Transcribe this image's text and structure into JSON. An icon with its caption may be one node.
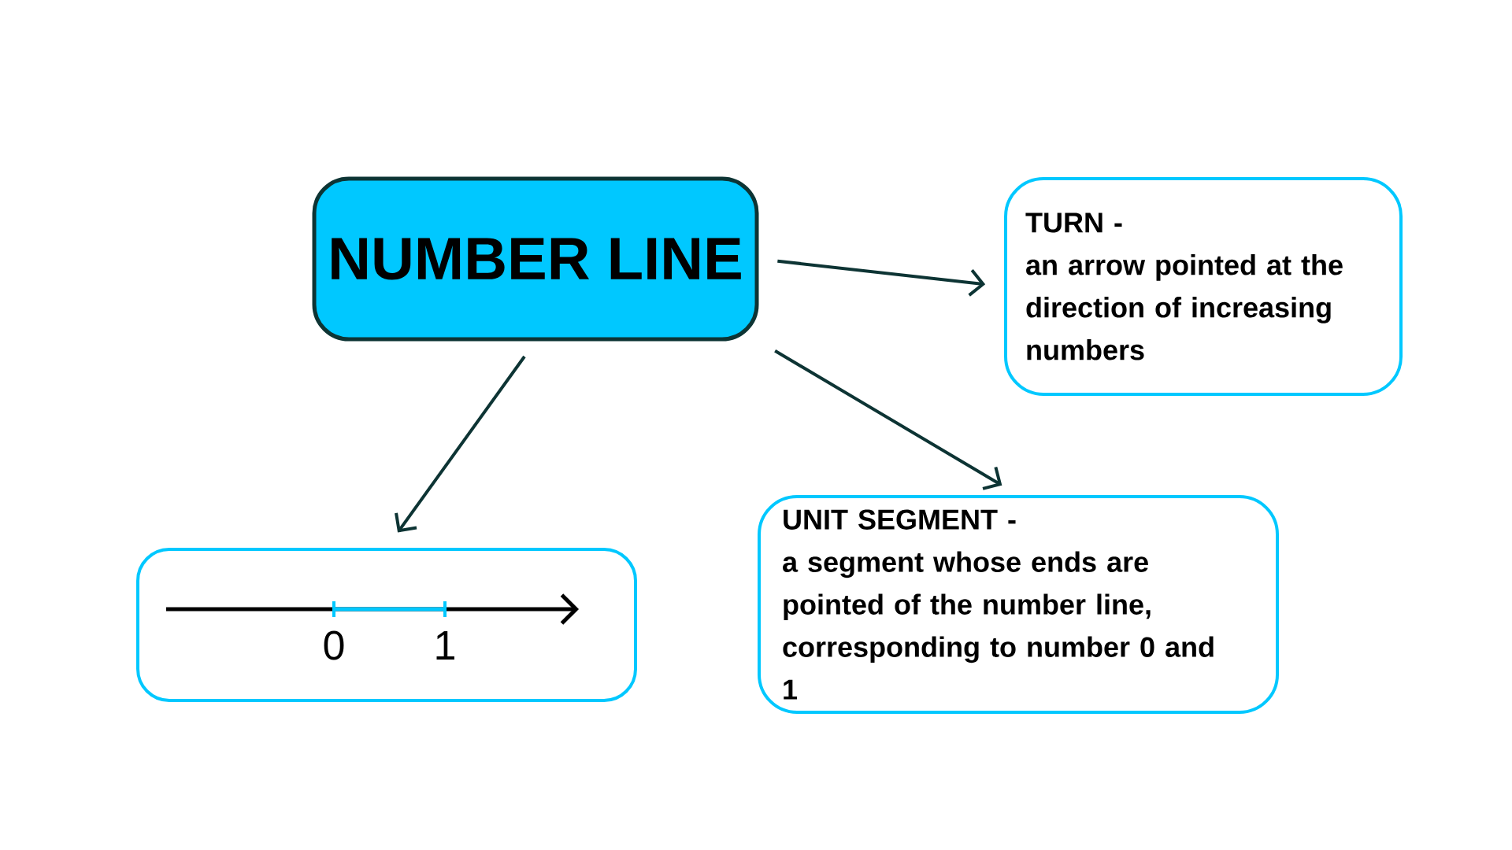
{
  "diagram": {
    "nodes": [
      {
        "text": [
          "NUMBER LINE"
        ]
      },
      {
        "text": [
          "TURN -",
          "an arrow pointed at the direction of increasing numbers"
        ]
      },
      {
        "text": [
          "0",
          "1"
        ]
      },
      {
        "text": [
          "UNIT SEGMENT -",
          "a segment whose ends are pointed of the number line, corresponding to number 0 and 1"
        ]
      }
    ],
    "edges": [
      {
        "from": 0,
        "to": 1,
        "arrow": "to"
      },
      {
        "from": 0,
        "to": 2,
        "arrow": "to"
      },
      {
        "from": 0,
        "to": 3,
        "arrow": "to"
      }
    ]
  }
}
